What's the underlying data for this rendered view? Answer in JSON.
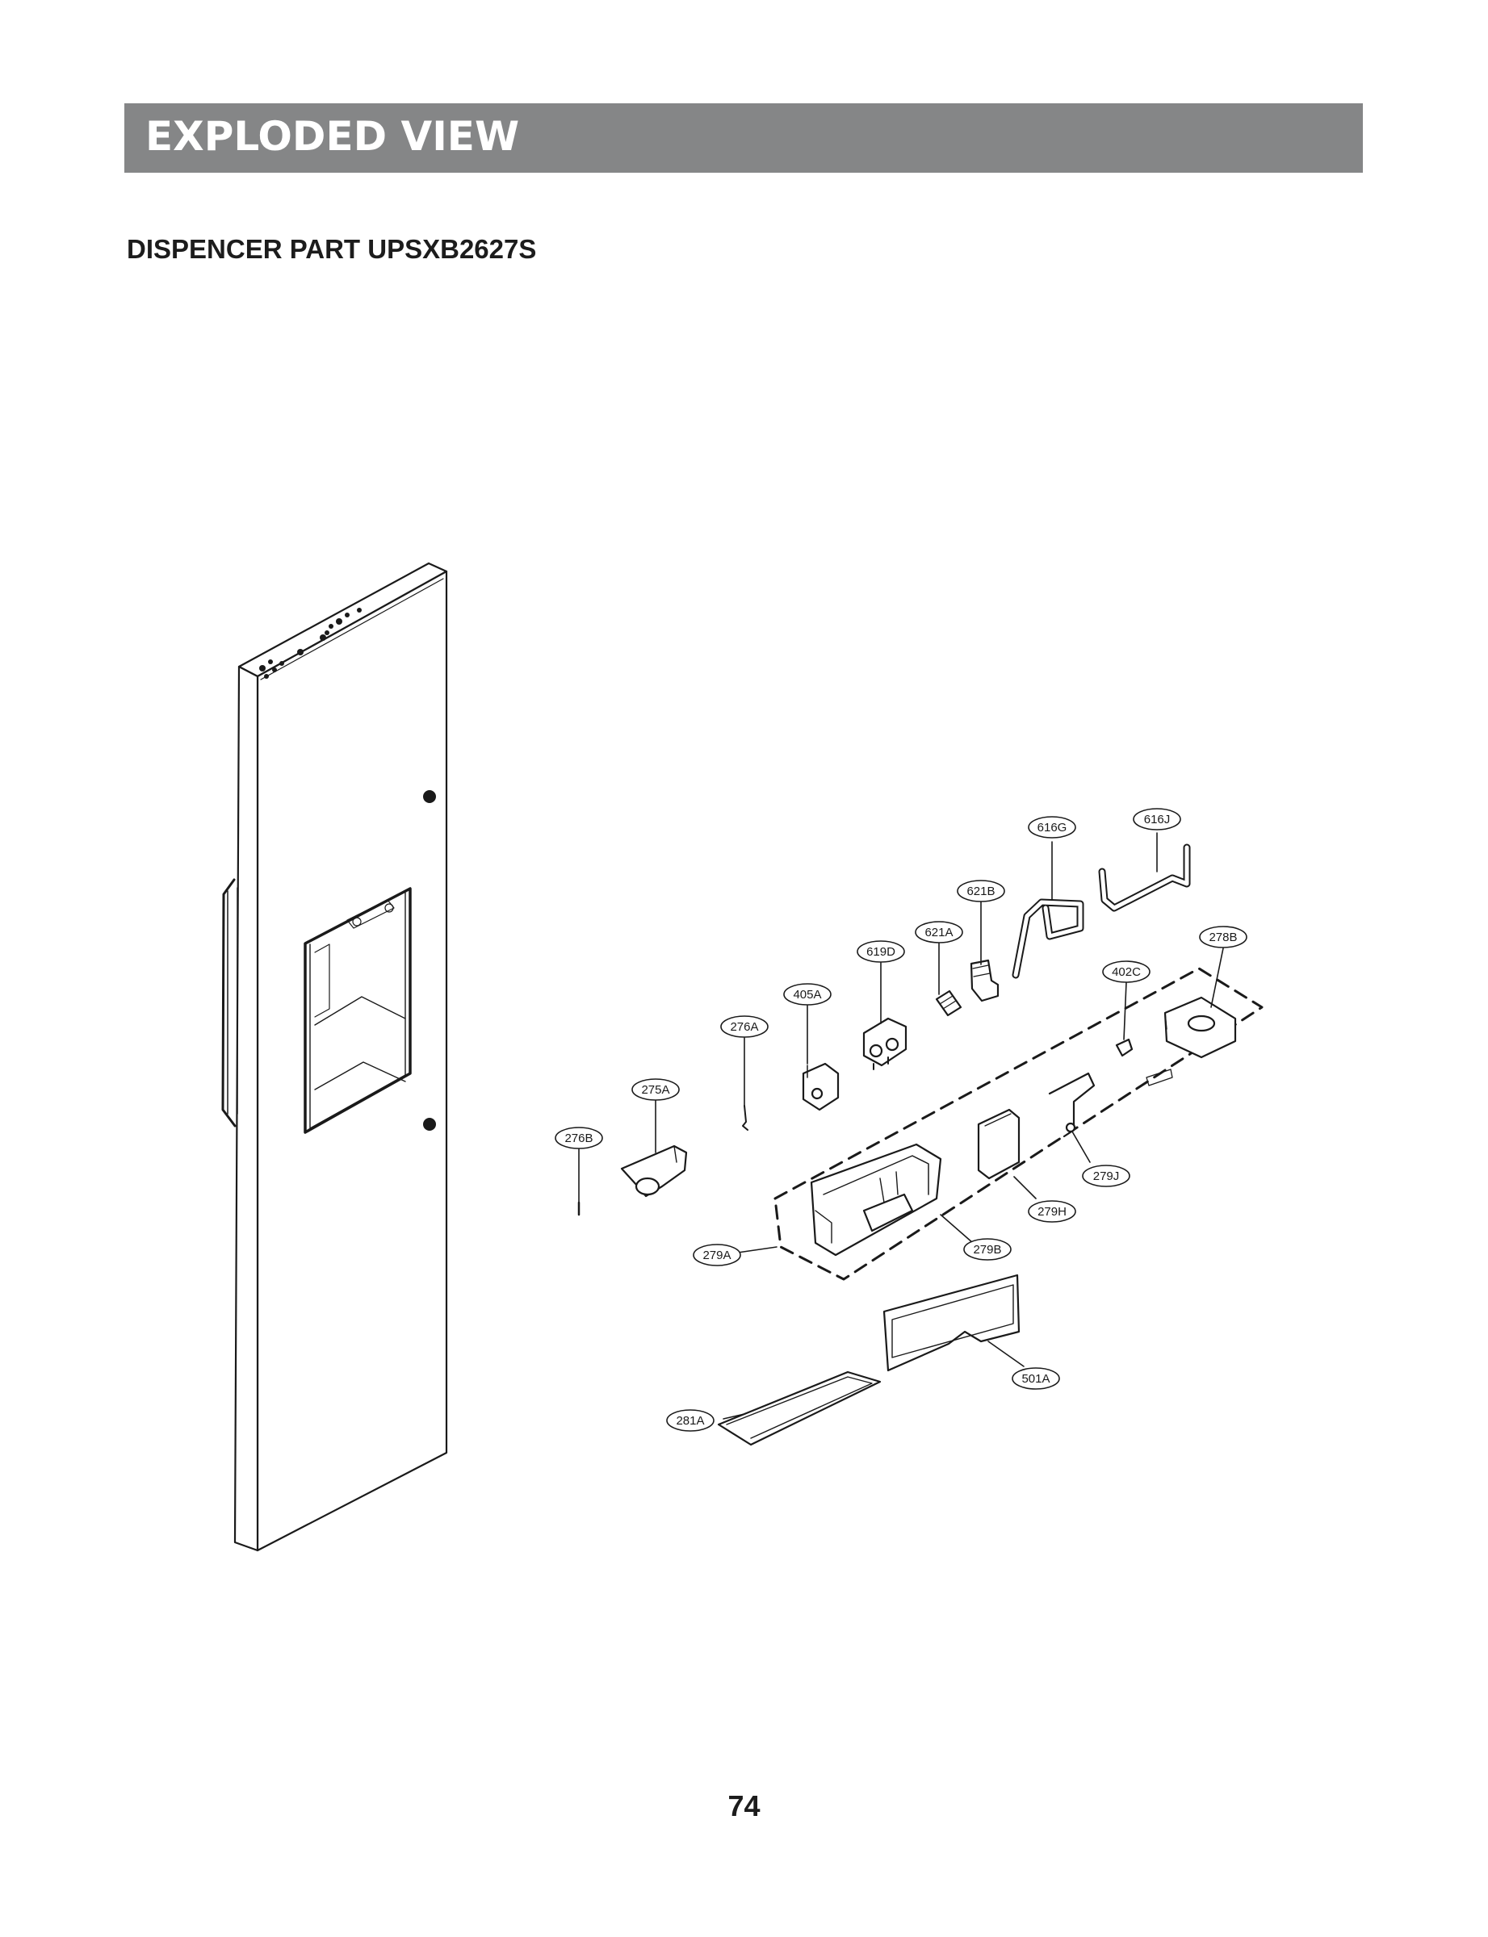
{
  "header": {
    "title": "EXPLODED VIEW",
    "bar_color": "#858687"
  },
  "subtitle": "DISPENCER PART UPSXB2627S",
  "page_number": "74",
  "callouts": [
    {
      "id": "616g",
      "label": "616G"
    },
    {
      "id": "616j",
      "label": "616J"
    },
    {
      "id": "621b",
      "label": "621B"
    },
    {
      "id": "621a",
      "label": "621A"
    },
    {
      "id": "619d",
      "label": "619D"
    },
    {
      "id": "278b",
      "label": "278B"
    },
    {
      "id": "402c",
      "label": "402C"
    },
    {
      "id": "405a",
      "label": "405A"
    },
    {
      "id": "276a",
      "label": "276A"
    },
    {
      "id": "275a",
      "label": "275A"
    },
    {
      "id": "276b",
      "label": "276B"
    },
    {
      "id": "279j",
      "label": "279J"
    },
    {
      "id": "279h",
      "label": "279H"
    },
    {
      "id": "279b",
      "label": "279B"
    },
    {
      "id": "279a",
      "label": "279A"
    },
    {
      "id": "501a",
      "label": "501A"
    },
    {
      "id": "281a",
      "label": "281A"
    }
  ]
}
